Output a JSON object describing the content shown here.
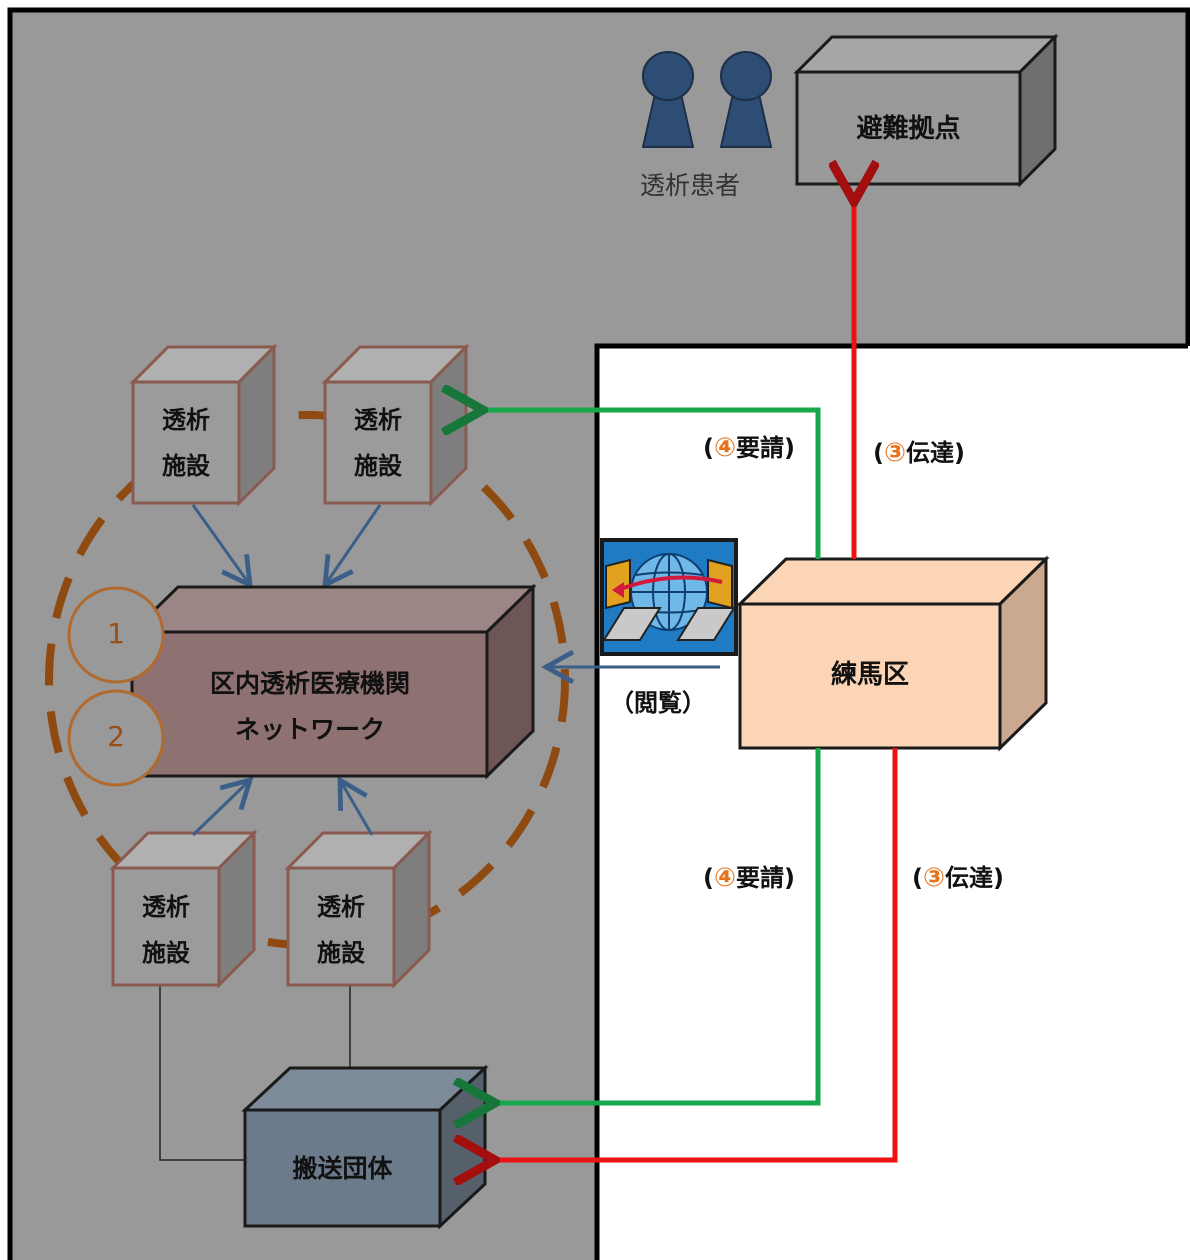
{
  "facility_label_line1": "透析",
  "facility_label_line2": "施設",
  "network": {
    "line1": "区内透析医療機関",
    "line2": "ネットワーク"
  },
  "evacuation": "避難拠点",
  "patients": "透析患者",
  "ward": "練馬区",
  "transport": "搬送団体",
  "browse": "（閲覧）",
  "steps": {
    "one": "1",
    "two": "2"
  },
  "request": {
    "open": "(",
    "num": "④",
    "text": "要請",
    "close": ")"
  },
  "transmit": {
    "open": "(",
    "num": "③",
    "text": "伝達",
    "close": ")"
  },
  "colors": {
    "gray_area": "#999999",
    "facility_fill": "#9b9b9b",
    "facility_border": "#8a5a50",
    "network_fill": "#8e7171",
    "ward_fill": "#fbd5b5",
    "transport_fill": "#6c7b8b",
    "green": "#16a84a",
    "dark_green": "#17773a",
    "red": "#ee1111",
    "dark_red": "#a30f0f",
    "blue_arrow": "#3c5f8a",
    "dashed_circle": "#8f4a12",
    "orange_num": "#e8731a"
  }
}
